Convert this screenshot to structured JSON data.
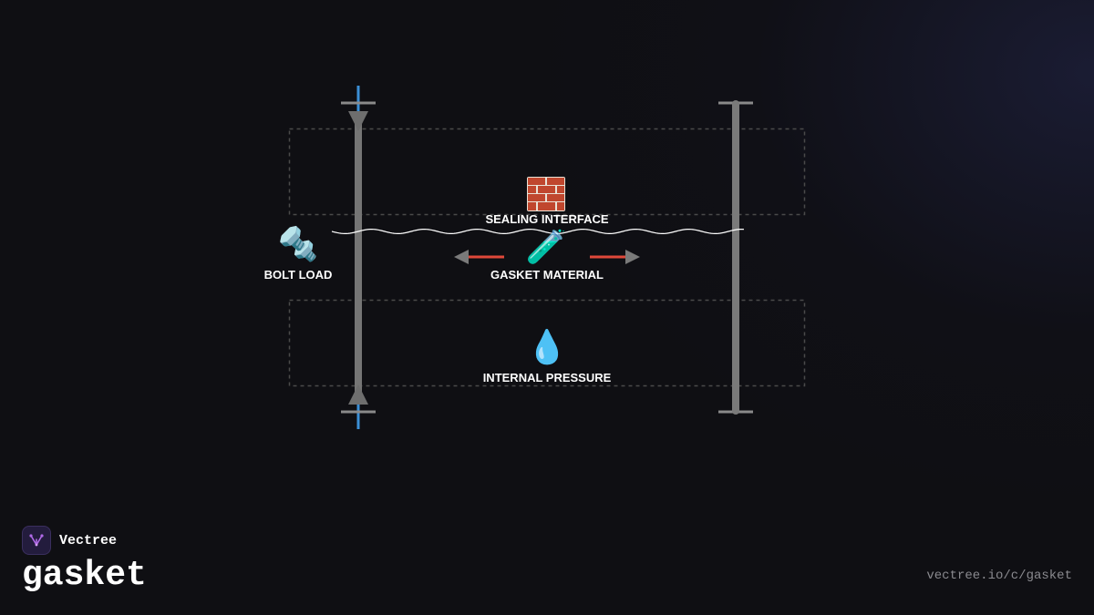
{
  "diagram": {
    "labels": {
      "sealing_interface": "SEALING INTERFACE",
      "gasket_material": "GASKET MATERIAL",
      "bolt_load": "BOLT LOAD",
      "internal_pressure": "INTERNAL PRESSURE"
    },
    "icons": {
      "sealing_interface": "brick-wall-icon",
      "gasket_material": "test-tube-icon",
      "bolt_load": "nut-and-bolt-icon",
      "internal_pressure": "droplet-icon"
    },
    "glyphs": {
      "bolt": "🔩",
      "test_tube": "🧪",
      "droplet": "💧"
    },
    "colors": {
      "pillar": "#8a8a8a",
      "blue_tip": "#3b8fd6",
      "red_arrow": "#e0483a",
      "dashed_box": "#4a4a4a",
      "wavy_line": "#ffffff"
    }
  },
  "brand": {
    "name": "Vectree",
    "logo_icon": "vectree-logo-icon",
    "logo_color": "#b06ae8"
  },
  "page": {
    "title": "gasket",
    "url": "vectree.io/c/gasket"
  }
}
